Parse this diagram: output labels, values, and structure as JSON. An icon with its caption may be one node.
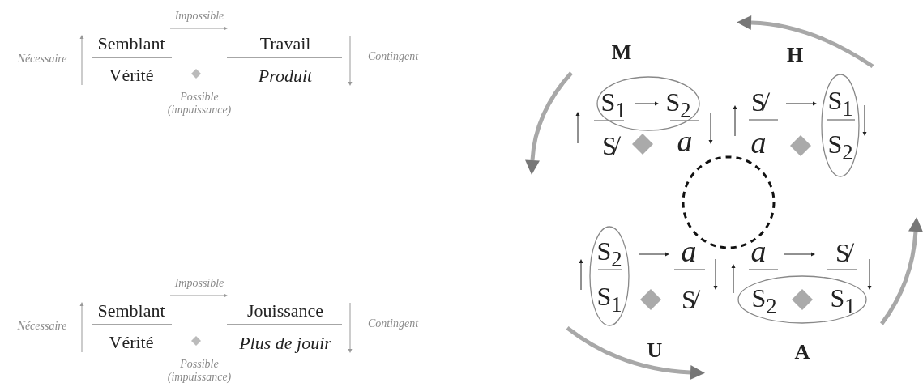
{
  "diagram": {
    "nodes": [
      {
        "text": [
          "S$_{1}$",
          "S$_{2}$"
        ]
      },
      {
        "text": [
          "S$_{1}$",
          "S$_{2}$"
        ]
      },
      {
        "text": [
          "S$_{2}$",
          "S$_{1}$"
        ]
      },
      {
        "text": [
          "S$_{2}$",
          "S$_{1}$"
        ]
      },
      {
        "text": [],
        "shape": "circle"
      }
    ],
    "edges": [],
    "labels": [
      "Impossible",
      "Nécessaire",
      "Semblant",
      "Travail",
      "Contingent",
      "Vérité",
      "Produit",
      "Possible (impuissance)",
      "Impossible",
      "Nécessaire",
      "Semblant",
      "Jouissance",
      "Contingent",
      "Vérité",
      "Plus de jouir",
      "Possible (impuissance)",
      "M",
      "H",
      "S̸",
      "a",
      "S̸",
      "a",
      "a",
      "S̸",
      "a",
      "S̸",
      "U",
      "A"
    ]
  }
}
